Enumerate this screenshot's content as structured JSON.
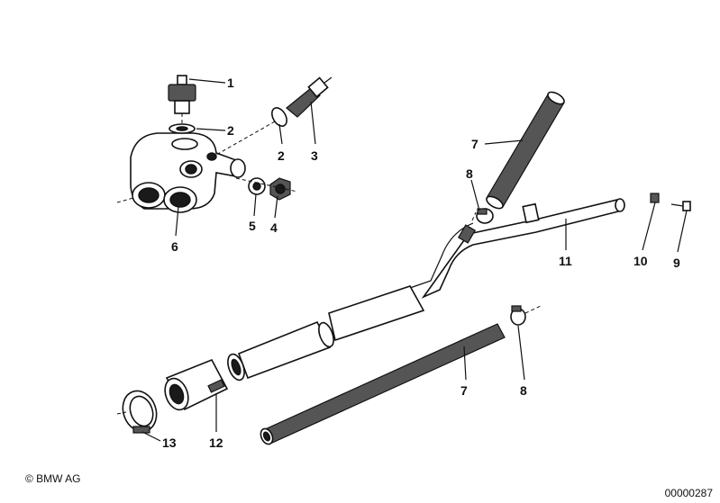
{
  "footer": {
    "copyright": "© BMW AG",
    "document_number": "00000287"
  },
  "callouts": {
    "c1": "1",
    "c2a": "2",
    "c2b": "2",
    "c3": "3",
    "c4": "4",
    "c5": "5",
    "c6": "6",
    "c7a": "7",
    "c7b": "7",
    "c8a": "8",
    "c8b": "8",
    "c9": "9",
    "c10": "10",
    "c11": "11",
    "c12": "12",
    "c13": "13"
  }
}
